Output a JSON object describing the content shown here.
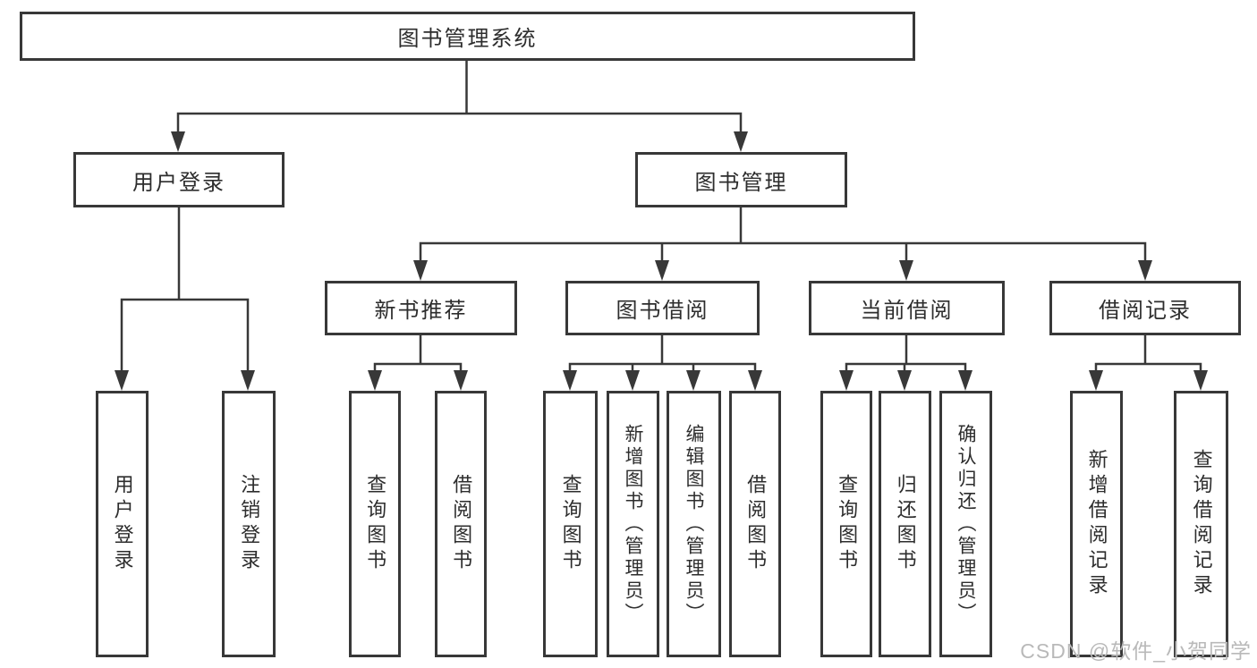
{
  "diagram_type": "hierarchy-tree",
  "colors": {
    "line": "#383838",
    "box_border": "#383838",
    "box_background": "#ffffff",
    "text": "#2d2d2d",
    "watermark": "#b9b9b9"
  },
  "tree": {
    "label": "图书管理系统",
    "children": [
      {
        "label": "用户登录",
        "children": [
          {
            "label": "用户登录"
          },
          {
            "label": "注销登录"
          }
        ]
      },
      {
        "label": "图书管理",
        "children": [
          {
            "label": "新书推荐",
            "children": [
              {
                "label": "查询图书"
              },
              {
                "label": "借阅图书"
              }
            ]
          },
          {
            "label": "图书借阅",
            "children": [
              {
                "label": "查询图书"
              },
              {
                "label": "新增图书（管理员）"
              },
              {
                "label": "编辑图书（管理员）"
              },
              {
                "label": "借阅图书"
              }
            ]
          },
          {
            "label": "当前借阅",
            "children": [
              {
                "label": "查询图书"
              },
              {
                "label": "归还图书"
              },
              {
                "label": "确认归还（管理员）"
              }
            ]
          },
          {
            "label": "借阅记录",
            "children": [
              {
                "label": "新增借阅记录"
              },
              {
                "label": "查询借阅记录"
              }
            ]
          }
        ]
      }
    ]
  },
  "watermark": {
    "text": "CSDN @软件_小贺同学"
  }
}
